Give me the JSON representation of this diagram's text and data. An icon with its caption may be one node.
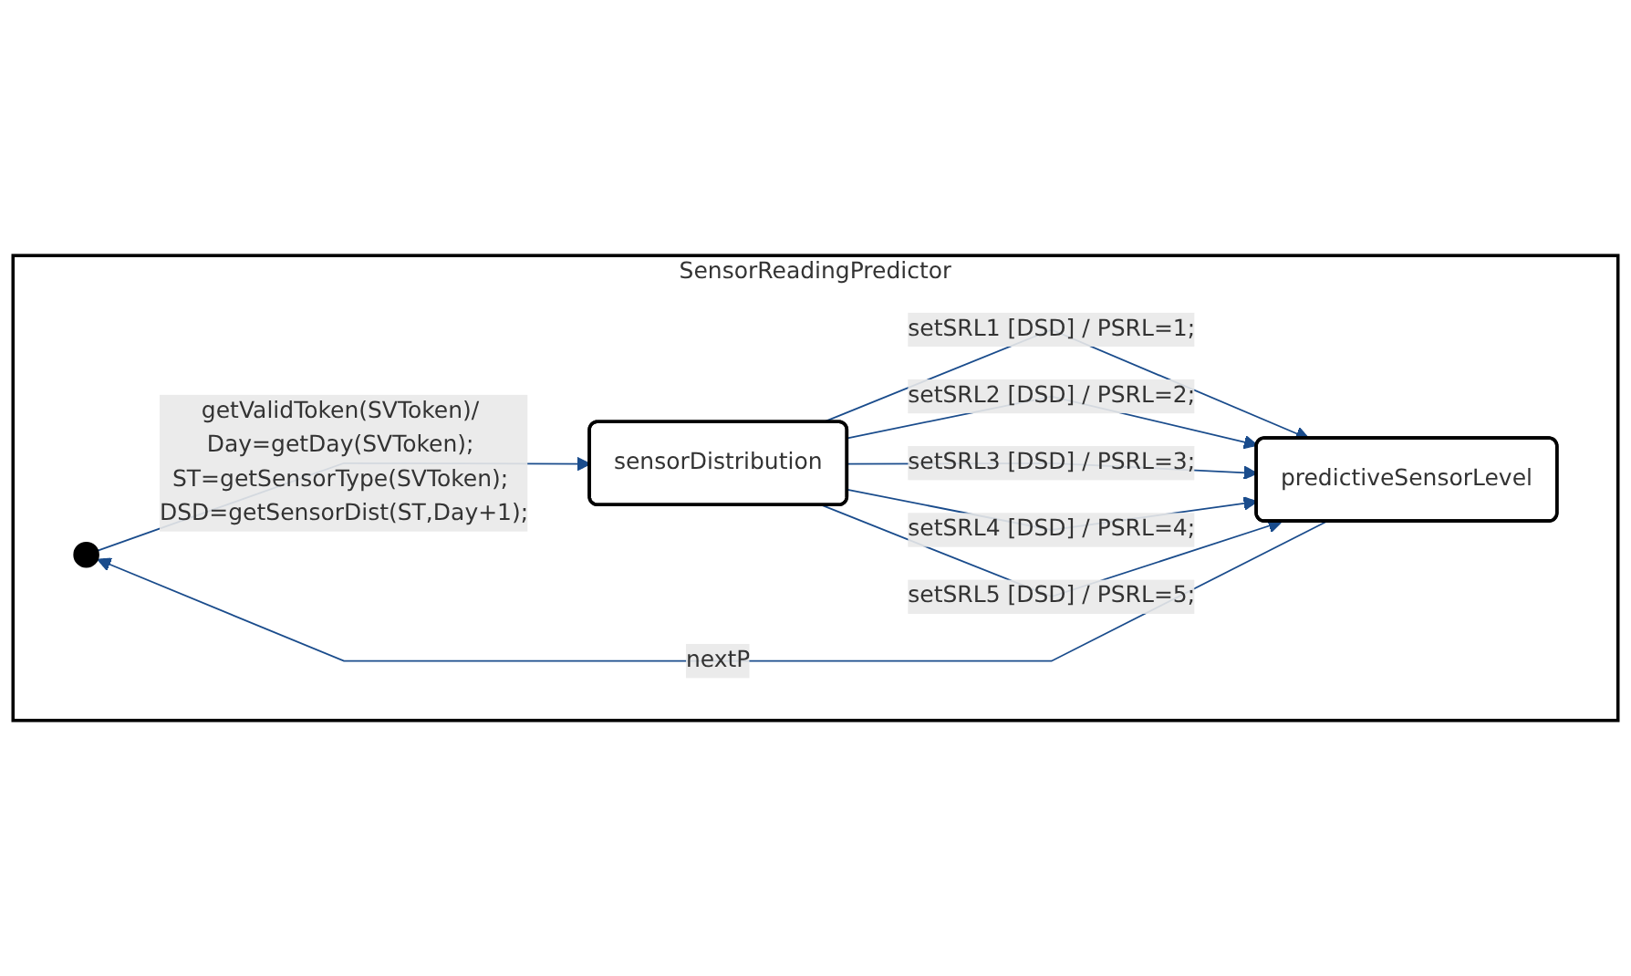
{
  "diagram": {
    "nodes": [
      {
        "text": [
          "SensorReadingPredictor"
        ]
      },
      {
        "text": [],
        "shape": "circle",
        "in": 0
      },
      {
        "text": [
          "sensorDistribution"
        ],
        "in": 0
      },
      {
        "text": [
          "predictiveSensorLevel"
        ],
        "in": 0
      }
    ],
    "edges": [
      {
        "from": 1,
        "to": 2,
        "arrow": "to",
        "label": "getValidToken(SVToken)/ Day=getDay(SVToken); ST=getSensorType(SVToken); DSD=getSensorDist(ST,Day+1);"
      },
      {
        "from": 2,
        "to": 3,
        "arrow": "to",
        "label": "setSRL1 [DSD] / PSRL=1;"
      },
      {
        "from": 2,
        "to": 3,
        "arrow": "to",
        "label": "setSRL2 [DSD] / PSRL=2;"
      },
      {
        "from": 2,
        "to": 3,
        "arrow": "to",
        "label": "setSRL3 [DSD] / PSRL=3;"
      },
      {
        "from": 2,
        "to": 3,
        "arrow": "to",
        "label": "setSRL4 [DSD] / PSRL=4;"
      },
      {
        "from": 2,
        "to": 3,
        "arrow": "to",
        "label": "setSRL5 [DSD] / PSRL=5;"
      },
      {
        "from": 3,
        "to": 1,
        "arrow": "to",
        "label": "nextP"
      }
    ]
  }
}
